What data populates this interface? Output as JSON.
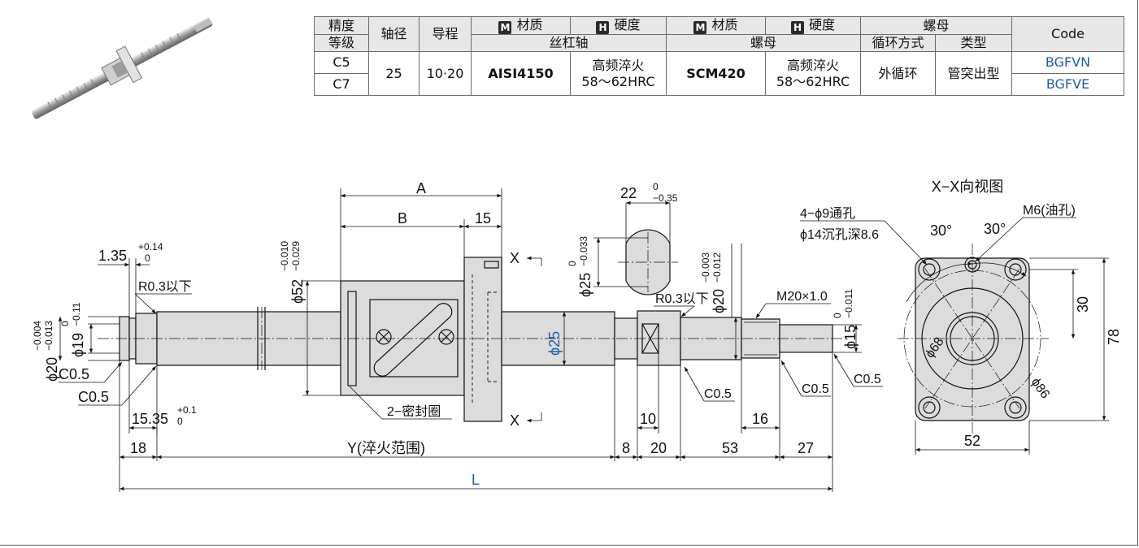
{
  "table": {
    "h_precision": "精度",
    "h_grade": "等级",
    "h_shaft_dia": "轴径",
    "h_lead": "导程",
    "m_mark": "M",
    "h_mark": "H",
    "h_material": "材质",
    "h_hardness": "硬度",
    "h_nut": "螺母",
    "h_code": "Code",
    "h_screw": "丝杠轴",
    "h_nut2": "螺母",
    "h_circulation": "循环方式",
    "h_type": "类型",
    "precision": [
      "C5",
      "C7"
    ],
    "shaft_dia": "25",
    "lead": "10·20",
    "screw_material": "AISI4150",
    "screw_hardness_1": "高频淬火",
    "screw_hardness_2": "58～62HRC",
    "nut_material": "SCM420",
    "nut_hardness_1": "高频淬火",
    "nut_hardness_2": "58～62HRC",
    "circulation": "外循环",
    "nut_type": "管突出型",
    "codes": [
      "BGFVN",
      "BGFVE"
    ]
  },
  "drawing": {
    "A": "A",
    "B": "B",
    "d15": "15",
    "x_mark": "X",
    "d22": "22",
    "d22_tol_up": "0",
    "d22_tol_dn": "−0.35",
    "phi25_side": "ϕ25",
    "phi25_side_tol_up": "0",
    "phi25_side_tol_dn": "−0.033",
    "d135": "1.35",
    "d135_tol_up": "+0.14",
    "d135_tol_dn": "0",
    "r03": "R0.3以下",
    "phi52": "ϕ52",
    "phi52_tol_up": "−0.010",
    "phi52_tol_dn": "−0.029",
    "phi20_l": "ϕ20",
    "phi20_l_tol_up": "−0.004",
    "phi20_l_tol_dn": "−0.013",
    "phi19": "ϕ19",
    "phi19_tol_up": "0",
    "phi19_tol_dn": "−0.11",
    "c05": "C0.5",
    "d1535": "15.35",
    "d1535_tol_up": "+0.1",
    "d1535_tol_dn": "0",
    "seal": "2−密封圈",
    "phi25_blue": "ϕ25",
    "r03b": "R0.3以下",
    "phi20_r": "ϕ20",
    "phi20_r_tol_up": "−0.003",
    "phi20_r_tol_dn": "−0.012",
    "m20": "M20×1.0",
    "phi15": "ϕ15",
    "phi15_tol_up": "0",
    "phi15_tol_dn": "−0.011",
    "d10": "10",
    "d16": "16",
    "d18": "18",
    "y_range": "Y(淬火范围)",
    "d8": "8",
    "d20": "20",
    "d53": "53",
    "d27": "27",
    "L": "L",
    "view_title": "X−X向视图",
    "holes_1": "4−ϕ9通孔",
    "holes_2": "ϕ14沉孔深8.6",
    "m6": "M6(油孔)",
    "ang30a": "30°",
    "ang30b": "30°",
    "d30": "30",
    "d78": "78",
    "d52": "52",
    "phi68": "ϕ68",
    "phi86": "ϕ86"
  },
  "colors": {
    "accent": "#1e5ca8",
    "part_fill": "#dcdcdc",
    "table_header": "#e7e7e7"
  }
}
